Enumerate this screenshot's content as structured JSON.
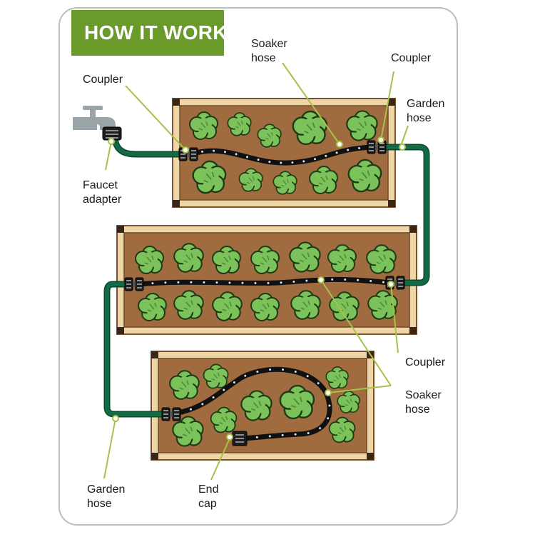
{
  "title": "HOW IT WORKS",
  "labels": {
    "coupler_left": "Coupler",
    "soaker_top_1": "Soaker",
    "soaker_top_2": "hose",
    "coupler_top_right": "Coupler",
    "garden_top_1": "Garden",
    "garden_top_2": "hose",
    "faucet_1": "Faucet",
    "faucet_2": "adapter",
    "coupler_mid": "Coupler",
    "soaker_mid_1": "Soaker",
    "soaker_mid_2": "hose",
    "garden_bottom_1": "Garden",
    "garden_bottom_2": "hose",
    "endcap_1": "End",
    "endcap_2": "cap"
  },
  "colors": {
    "title_banner": "#6a9a2a",
    "garden_hose": "#136b45",
    "soaker_hose": "#111111",
    "soil": "#a06b3e",
    "bed_frame": "#efd6a6",
    "plant": "#7bc25a",
    "callout_line": "#a5c24a",
    "faucet": "#9aa4a8"
  }
}
